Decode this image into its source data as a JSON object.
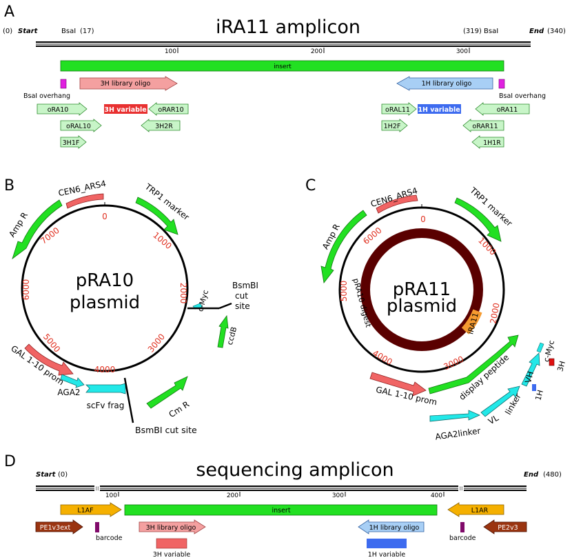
{
  "panelA": {
    "letter": "A",
    "title": "iRA11 amplicon",
    "start_pos": "(0)",
    "start_label": "Start",
    "end_label": "End",
    "end_pos": "(340)",
    "bsai_left": "BsaI",
    "bsai_left_pos": "(17)",
    "bsai_right_pos": "(319)",
    "bsai_right": "BsaI",
    "ticks": [
      "100",
      "200",
      "300"
    ],
    "insert": "insert",
    "oligo_3h": "3H library oligo",
    "oligo_1h": "1H library oligo",
    "overhang_left": "BsaI overhang",
    "overhang_right": "BsaI overhang",
    "ora10": "oRA10",
    "var_3h": "3H variable",
    "orar10": "oRAR10",
    "oral11": "oRAL11",
    "var_1h": "1H variable",
    "ora11": "oRA11",
    "oral10": "oRAL10",
    "h3r2": "3H2R",
    "h2f1": "1H2F",
    "orar11": "oRAR11",
    "h3f1": "3H1F",
    "h1r1": "1H1R"
  },
  "panelB": {
    "letter": "B",
    "title1": "pRA10",
    "title2": "plasmid",
    "ticks": [
      "0",
      "1000",
      "2000",
      "3000",
      "4000",
      "5000",
      "6000",
      "7000"
    ],
    "cen6": "CEN6_ARS4",
    "trp1": "TRP1 marker",
    "ampr": "Amp R",
    "cmyc": "c-Myc",
    "bsmbi_top1": "BsmBI",
    "bsmbi_top2": "cut",
    "bsmbi_top3": "site",
    "ccdb": "ccdB",
    "gal": "GAL 1-10 prom",
    "aga2": "AGA2",
    "scfv": "scFv frag",
    "cmr": "Cm R",
    "bsmbi_bottom": "BsmBI cut site"
  },
  "panelC": {
    "letter": "C",
    "title1": "pRA11",
    "title2": "plasmid",
    "ticks": [
      "0",
      "1000",
      "2000",
      "3000",
      "4000",
      "5000",
      "6000"
    ],
    "cen6": "CEN6_ARS4",
    "trp1": "TRP1 marker",
    "ampr": "Amp R",
    "digest": "pRA10 digest",
    "ira11": "iRA11",
    "gal": "GAL 1-10 prom",
    "display": "display peptide",
    "aga2linker": "AGA2linker",
    "vl": "VL",
    "linker": "linker",
    "vh": "VH",
    "cmyc": "c-Myc",
    "h3": "3H",
    "h1": "1H"
  },
  "panelD": {
    "letter": "D",
    "title": "sequencing amplicon",
    "start_label": "Start",
    "start_pos": "(0)",
    "end_label": "End",
    "end_pos": "(480)",
    "ticks": [
      "100",
      "200",
      "300",
      "400"
    ],
    "l1af": "L1AF",
    "insert": "insert",
    "l1ar": "L1AR",
    "pe1": "PE1v3ext",
    "barcode_left": "barcode",
    "oligo_3h": "3H library oligo",
    "oligo_1h": "1H library oligo",
    "barcode_right": "barcode",
    "pe2": "PE2v3",
    "var_3h": "3H variable",
    "var_1h": "1H variable"
  },
  "colors": {
    "green_bright": "#22e022",
    "green_pale": "#c8f5c8",
    "pink": "#f4a0a0",
    "salmon": "#f06464",
    "blue_pale": "#a8cff5",
    "blue": "#3d6bef",
    "magenta": "#e020e0",
    "cyan": "#22e8e8",
    "orange": "#f5b000",
    "brown": "#9a3410",
    "purple": "#800a6a",
    "dark_red": "#5a0000"
  }
}
